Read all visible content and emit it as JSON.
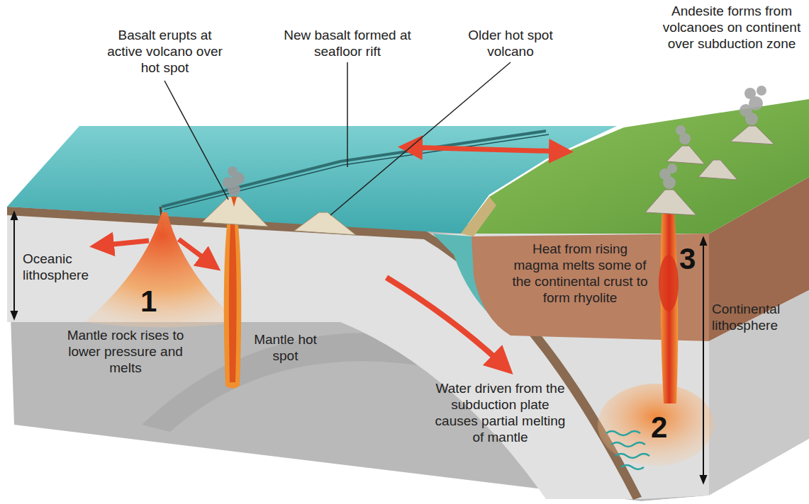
{
  "diagram": {
    "labels": [
      "Basalt erupts at active volcano over hot spot",
      "New basalt formed at seafloor rift",
      "Older hot spot volcano",
      "Andesite forms from volcanoes on continent over subduction zone",
      "Oceanic lithosphere",
      "1",
      "Mantle rock rises to lower pressure and melts",
      "Mantle hot spot",
      "Heat from rising magma melts some of the continental crust to form rhyolite",
      "3",
      "Continental lithosphere",
      "Water driven from the subduction plate causes partial melting of mantle",
      "2"
    ]
  }
}
